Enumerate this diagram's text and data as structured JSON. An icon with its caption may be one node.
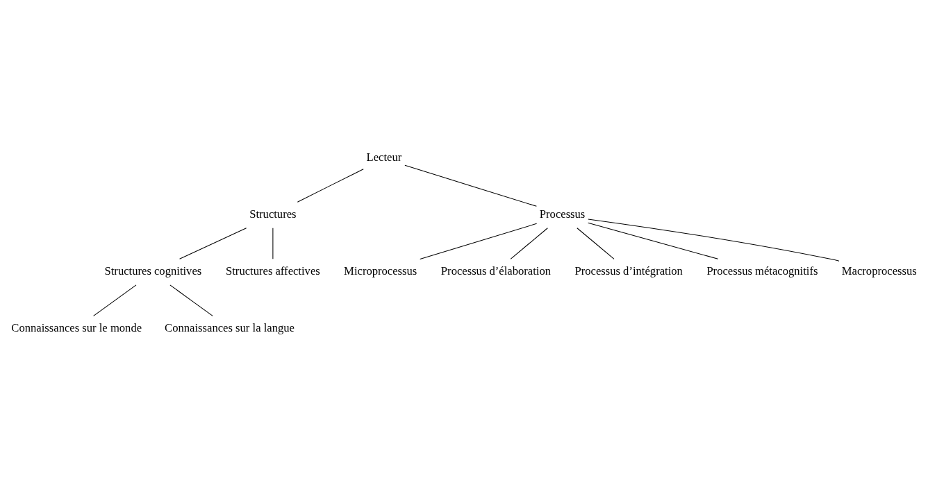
{
  "diagram": {
    "nodes": [
      {
        "text": [
          "Lecteur"
        ]
      },
      {
        "text": [
          "Structures"
        ]
      },
      {
        "text": [
          "Processus"
        ]
      },
      {
        "text": [
          "Structures cognitives"
        ]
      },
      {
        "text": [
          "Structures affectives"
        ]
      },
      {
        "text": [
          "Connaissances sur le monde"
        ]
      },
      {
        "text": [
          "Connaissances sur la langue"
        ]
      },
      {
        "text": [
          "Microprocessus"
        ]
      },
      {
        "text": [
          "Processus d’élaboration"
        ]
      },
      {
        "text": [
          "Processus d’intégration"
        ]
      },
      {
        "text": [
          "Processus métacognitifs"
        ]
      },
      {
        "text": [
          "Macroprocessus"
        ]
      }
    ],
    "edges": [
      {
        "from": 0,
        "to": 1,
        "arrow": "none"
      },
      {
        "from": 0,
        "to": 2,
        "arrow": "none"
      },
      {
        "from": 1,
        "to": 3,
        "arrow": "none"
      },
      {
        "from": 1,
        "to": 4,
        "arrow": "none"
      },
      {
        "from": 3,
        "to": 5,
        "arrow": "none"
      },
      {
        "from": 3,
        "to": 6,
        "arrow": "none"
      },
      {
        "from": 2,
        "to": 7,
        "arrow": "none"
      },
      {
        "from": 2,
        "to": 8,
        "arrow": "none"
      },
      {
        "from": 2,
        "to": 9,
        "arrow": "none"
      },
      {
        "from": 2,
        "to": 10,
        "arrow": "none"
      },
      {
        "from": 2,
        "to": 11,
        "arrow": "none"
      }
    ]
  }
}
